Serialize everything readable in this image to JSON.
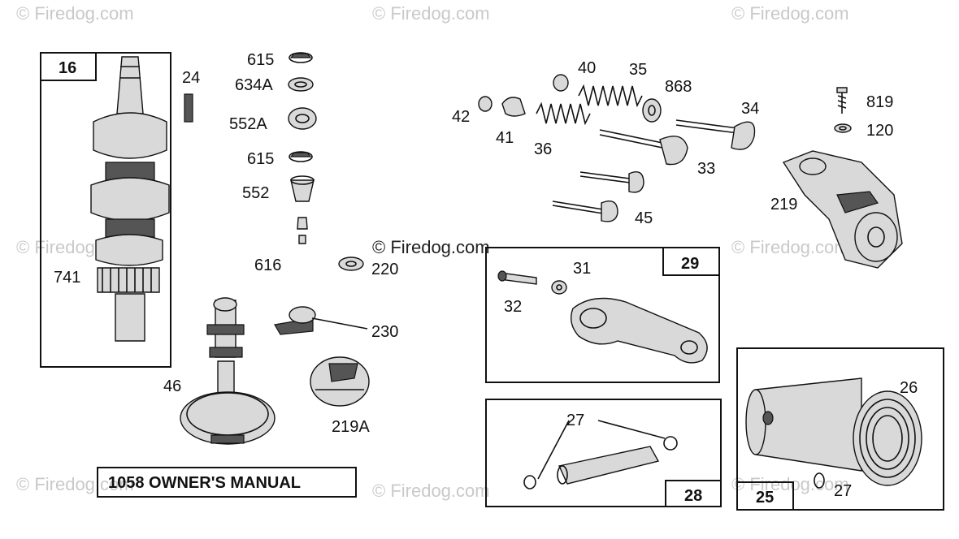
{
  "watermarks": {
    "text": "© Firedog.com",
    "center_text": "© Firedog.com"
  },
  "kit_boxes": {
    "box_16": "16",
    "box_29": "29",
    "box_28": "28",
    "box_25": "25"
  },
  "part_labels": {
    "p24": "24",
    "p615a": "615",
    "p634a": "634A",
    "p552a": "552A",
    "p615b": "615",
    "p552": "552",
    "p616": "616",
    "p220": "220",
    "p230": "230",
    "p741": "741",
    "p46": "46",
    "p219a": "219A",
    "p40": "40",
    "p35": "35",
    "p868": "868",
    "p42": "42",
    "p41": "41",
    "p36": "36",
    "p34": "34",
    "p33": "33",
    "p45": "45",
    "p819": "819",
    "p120": "120",
    "p219": "219",
    "p31": "31",
    "p32": "32",
    "p27a": "27",
    "p26": "26",
    "p27b": "27"
  },
  "manual_box": {
    "text": "1058 OWNER'S MANUAL"
  }
}
